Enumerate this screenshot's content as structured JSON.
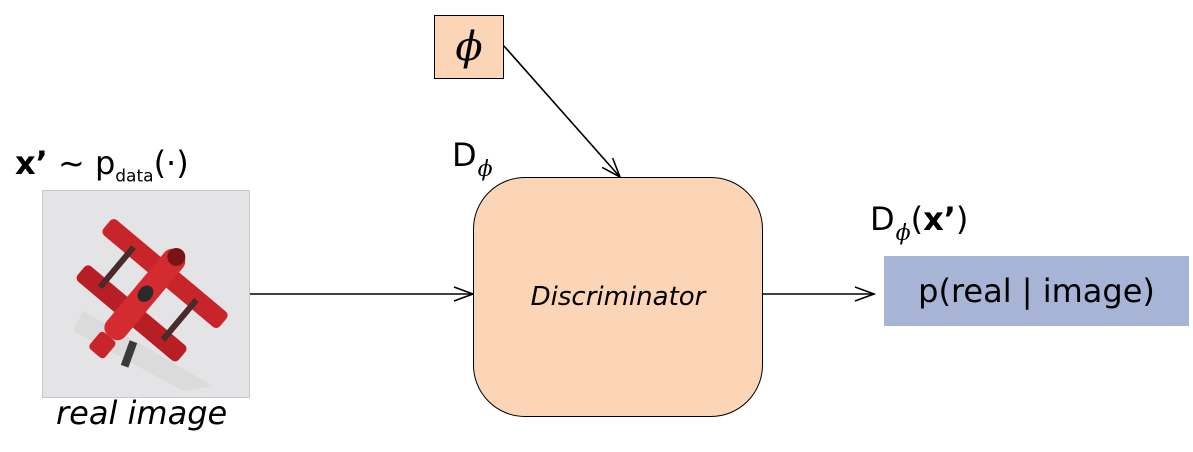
{
  "input": {
    "label_x": "x’",
    "label_sim": "~",
    "label_p": "p",
    "label_sub": "data",
    "label_arg": "(·)",
    "caption": "real image",
    "image_icon": "red-biplane-icon"
  },
  "param": {
    "symbol": "ϕ"
  },
  "discriminator": {
    "label_d": "D",
    "label_phi": "ϕ",
    "text": "Discriminator"
  },
  "output": {
    "label_d": "D",
    "label_phi": "ϕ",
    "label_open": "(",
    "label_x": "x’",
    "label_close": ")",
    "text": "p(real | image)"
  },
  "colors": {
    "box_fill": "#fbd5b5",
    "output_fill": "#a8b4d6"
  }
}
